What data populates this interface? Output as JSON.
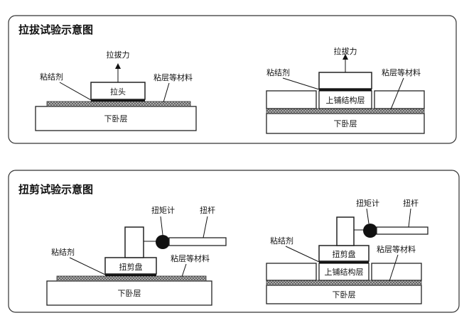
{
  "panel_pull": {
    "title": "拉拔试验示意图",
    "left": {
      "force_label": "拉拔力",
      "head_label": "拉头",
      "adhesive_label": "粘结剂",
      "bond_layer_label": "粘层等材料",
      "base_label": "下卧层"
    },
    "right": {
      "force_label": "拉拔力",
      "adhesive_label": "粘结剂",
      "bond_layer_label": "粘层等材料",
      "upper_layer_label": "上铺结构层",
      "base_label": "下卧层"
    }
  },
  "panel_shear": {
    "title": "扭剪试验示意图",
    "left": {
      "torque_meter_label": "扭矩计",
      "lever_label": "扭杆",
      "adhesive_label": "粘结剂",
      "shear_disc_label": "扭剪盘",
      "bond_layer_label": "粘层等材料",
      "base_label": "下卧层"
    },
    "right": {
      "torque_meter_label": "扭矩计",
      "lever_label": "扭杆",
      "adhesive_label": "粘结剂",
      "shear_disc_label": "扭剪盘",
      "bond_layer_label": "粘层等材料",
      "upper_layer_label": "上铺结构层",
      "base_label": "下卧层"
    }
  },
  "colors": {
    "line": "#222222",
    "hatch_fill": "#9a9a9a",
    "knob": "#111111"
  }
}
